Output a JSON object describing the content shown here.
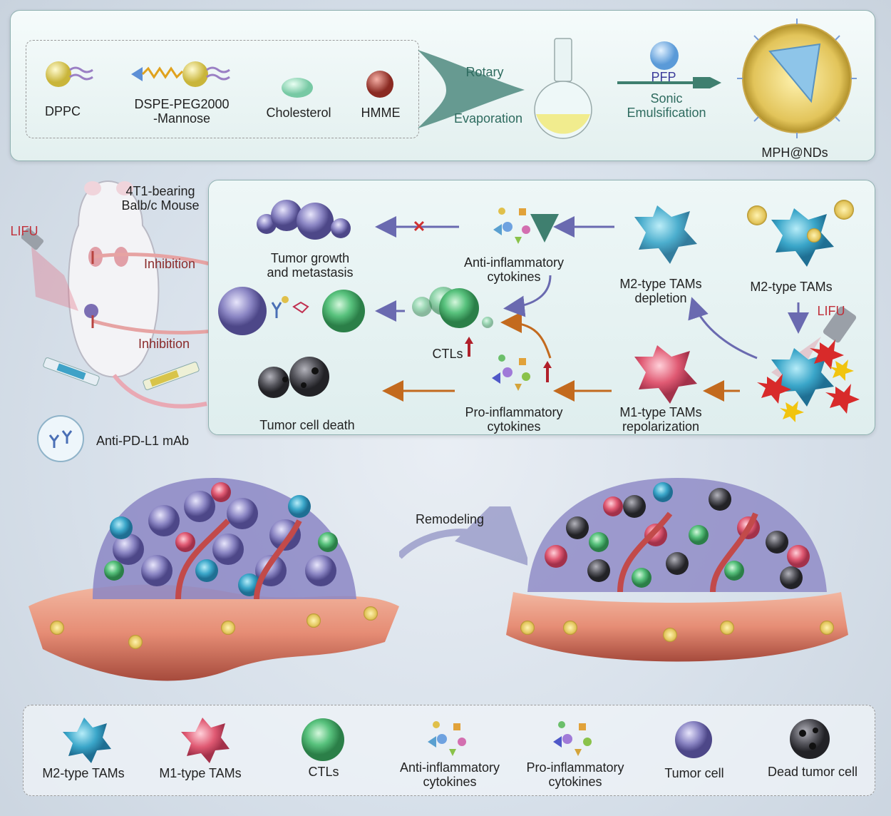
{
  "synthesis": {
    "materials": [
      "DPPC",
      "DSPE-PEG2000\n-Mannose",
      "Cholesterol",
      "HMME"
    ],
    "rotary": "Rotary",
    "evaporation": "Evaporation",
    "pfp": "PFP",
    "sonic": "Sonic\nEmulsification",
    "product": "MPH@NDs"
  },
  "mouse": {
    "label": "4T1-bearing\nBalb/c Mouse",
    "lifu": "LIFU",
    "inhibition_1": "Inhibition",
    "inhibition_2": "Inhibition",
    "antibody": "Anti-PD-L1 mAb"
  },
  "mechanism": {
    "tumor_growth": "Tumor growth\nand metastasis",
    "anti_inflammatory": "Anti-inflammatory\ncytokines",
    "m2_depletion": "M2-type TAMs\ndepletion",
    "m2_tams": "M2-type TAMs",
    "lifu": "LIFU",
    "ctls": "CTLs",
    "tumor_death": "Tumor cell death",
    "pro_inflammatory": "Pro-inflammatory\ncytokines",
    "m1_repolarization": "M1-type TAMs\nrepolarization"
  },
  "remodeling": "Remodeling",
  "legend": {
    "items": [
      "M2-type TAMs",
      "M1-type TAMs",
      "CTLs",
      "Anti-inflammatory\ncytokines",
      "Pro-inflammatory\ncytokines",
      "Tumor cell",
      "Dead tumor cell"
    ]
  },
  "colors": {
    "m2": "#3aa6c9",
    "m1": "#e05a73",
    "ctl": "#58c27d",
    "tumor": "#8b86c4",
    "dead": "#4a4a50",
    "arrow_blue": "#6a6ab0",
    "arrow_orange": "#c36a1e",
    "inhibit": "#b8433f"
  }
}
